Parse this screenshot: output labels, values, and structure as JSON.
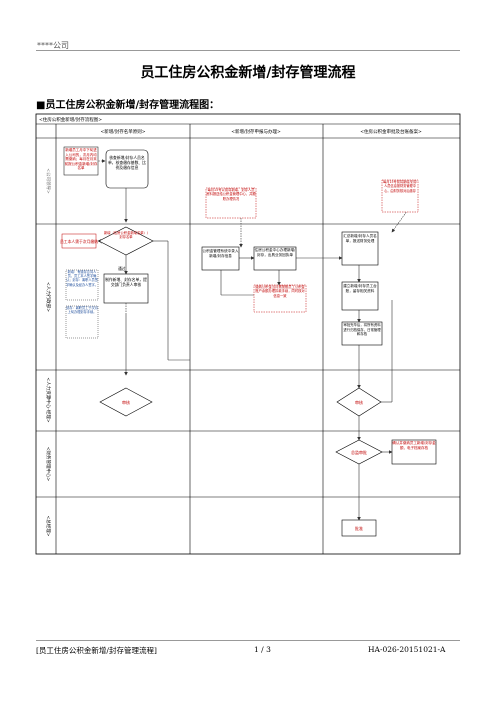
{
  "header": {
    "company": "****公司"
  },
  "title": "员工住房公积金新增/封存管理流程",
  "section_heading": "■员工住房公积金新增/封存管理流程图：",
  "diagram": {
    "frame_title": "<住房公积金新增/封存流程图>",
    "columns": [
      "<新增/封存名单原则>",
      "<新增/封存申报与办理>",
      "<住房公积金审批及台账备案>"
    ],
    "lanes": [
      "<公司领导>",
      "<人力行政部>",
      "<人力资源中心-经理>",
      "<财务管理中心>",
      "<总经理>"
    ],
    "nodes": {
      "entry_note": "新增员工月中下旬进入公司的，次月内均需缴纳；每月在月末前报公积金新增/封存名单",
      "entry_review": "核查新增/封存人员名单，核查缴存基数、比例及缴存信息",
      "add_seal_decision": "新增（住房公积金新增名单）/封存名单",
      "new_staff_note": "员工本人需于次月缴纳",
      "not_pass": "不通过",
      "pass": "通过",
      "new_staff_flow": "新增：有缴存意向人员，员工本人签字确认；封存：离职人员签字确认及经办人签字。",
      "seal_note": "封存：离职员工于次月上旬办理封存手续。",
      "make_list": "制作新增、封存名单，提交部门负责人审核",
      "review1": "审核",
      "hr_monthly_note": "每月15号以前将新增、封存人员资料报送给公积金管理中心，并跟踪办理情况",
      "prepare_docs": "公积金管理系统中录入新增/封存信息",
      "center_handle": "住房公积金中心办理新增/封存，出具业务回执单",
      "bank_note": "缴纳公积金当月需按照员工公积金账户余额办理扣款手续，同时核对信息一致",
      "finance_note": "每月15号前将新增/封存人员信息报财务管理中心，由财务核对后缴存",
      "finance_record": "汇总新增/封存人员名单，报送财务处理",
      "ledger": "建立新增/封存员工台账，留存相关资料",
      "approve_file": "审批完毕后，将所有资料进行归档保存，日常管理和存档",
      "review2": "审核",
      "finance_approve": "总监审批",
      "finance_pay": "确认并缴纳员工新增/封存金额，电子档案存档",
      "gm_approve": "批准"
    }
  },
  "footer": {
    "left": "[员工住房公积金新增/封存管理流程]",
    "page": "1 / 3",
    "code": "HA-026-20151021-A"
  }
}
